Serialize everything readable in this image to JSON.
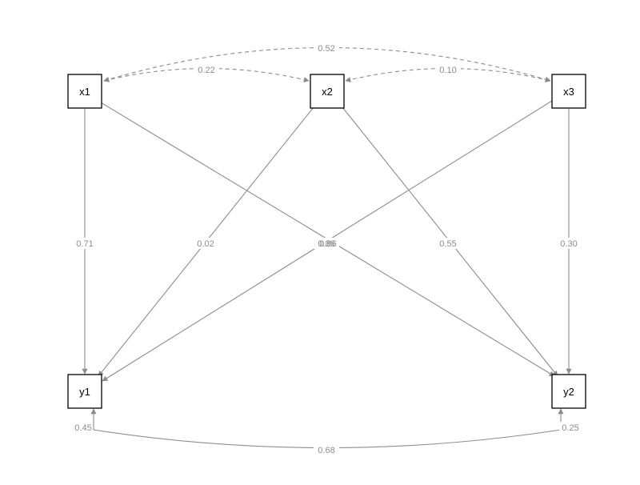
{
  "nodes": [
    {
      "id": "x1",
      "label": "x1"
    },
    {
      "id": "x2",
      "label": "x2"
    },
    {
      "id": "x3",
      "label": "x3"
    },
    {
      "id": "y1",
      "label": "y1"
    },
    {
      "id": "y2",
      "label": "y2"
    }
  ],
  "paths": [
    {
      "from": "x1",
      "to": "y1",
      "label": "0.71"
    },
    {
      "from": "x2",
      "to": "y1",
      "label": "0.02"
    },
    {
      "from": "x1",
      "to": "y2",
      "label": "0.86"
    },
    {
      "from": "x3",
      "to": "y1",
      "label": "0.86"
    },
    {
      "from": "x2",
      "to": "y2",
      "label": "0.55"
    },
    {
      "from": "x3",
      "to": "y2",
      "label": "0.30"
    }
  ],
  "covariances": [
    {
      "a": "x1",
      "b": "x3",
      "label": "0.52"
    },
    {
      "a": "x1",
      "b": "x2",
      "label": "0.22"
    },
    {
      "a": "x2",
      "b": "x3",
      "label": "0.10"
    },
    {
      "a": "y1",
      "b": "y2",
      "label": "0.68"
    }
  ],
  "residuals": [
    {
      "node": "y1",
      "label": "0.45"
    },
    {
      "node": "y2",
      "label": "0.25"
    }
  ],
  "colors": {
    "edge": "#8c8c8c",
    "node_border": "#000000",
    "background": "#ffffff"
  }
}
